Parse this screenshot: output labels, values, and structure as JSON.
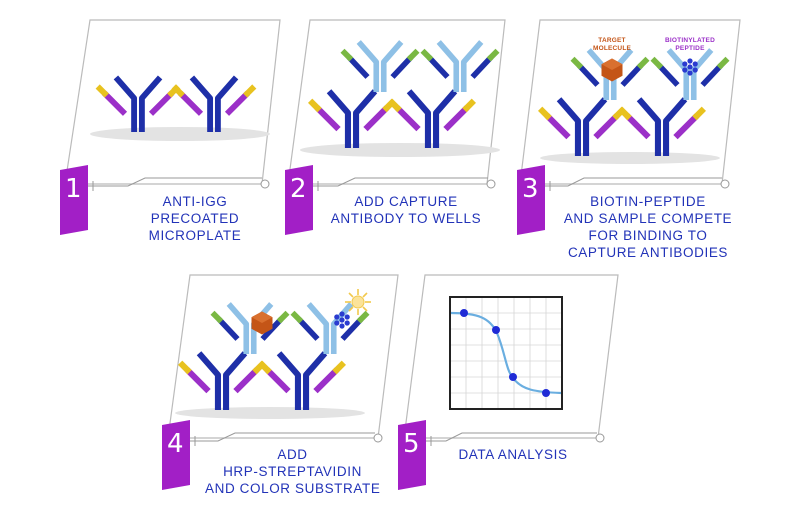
{
  "steps": [
    {
      "number": "1",
      "lines": [
        "ANTI-IgG",
        "PRECOATED",
        "MICROPLATE"
      ]
    },
    {
      "number": "2",
      "lines": [
        "ADD CAPTURE",
        "ANTIBODY TO WELLS"
      ]
    },
    {
      "number": "3",
      "lines": [
        "BIOTIN-PEPTIDE",
        "AND SAMPLE COMPETE",
        "FOR BINDING TO",
        "CAPTURE ANTIBODIES"
      ]
    },
    {
      "number": "4",
      "lines": [
        "ADD",
        "HRP-STREPTAVIDIN",
        "AND COLOR SUBSTRATE"
      ]
    },
    {
      "number": "5",
      "lines": [
        "DATA ANALYSIS"
      ]
    }
  ],
  "callouts": {
    "target": [
      "TARGET",
      "MOLECULE"
    ],
    "biotinylated": [
      "BIOTINYLATED",
      "PEPTIDE"
    ]
  },
  "colors": {
    "panel_stroke": "#bbbbbb",
    "tab_purple": "#a21fc6",
    "label_blue": "#2233b8",
    "antibody_dark_blue": "#1e2fa8",
    "antibody_light_blue": "#8ec0e6",
    "antibody_purple": "#9b30c8",
    "antibody_yellow": "#e8c21f",
    "antibody_green": "#7ab843",
    "target_orange": "#c45517",
    "peptide_blue": "#2a3bd0",
    "hrp_sun": "#f2c94c",
    "well_shadow": "#e3e3e3",
    "curve_blue": "#6aaee0",
    "curve_points": "#1f2bd6"
  },
  "icons": {
    "antibody": "y-shaped-antibody-icon",
    "target": "hexagon-molecule-icon",
    "peptide": "biotin-peptide-cluster-icon",
    "hrp": "sun-substrate-icon",
    "plot": "sigmoid-curve-plot-icon"
  }
}
